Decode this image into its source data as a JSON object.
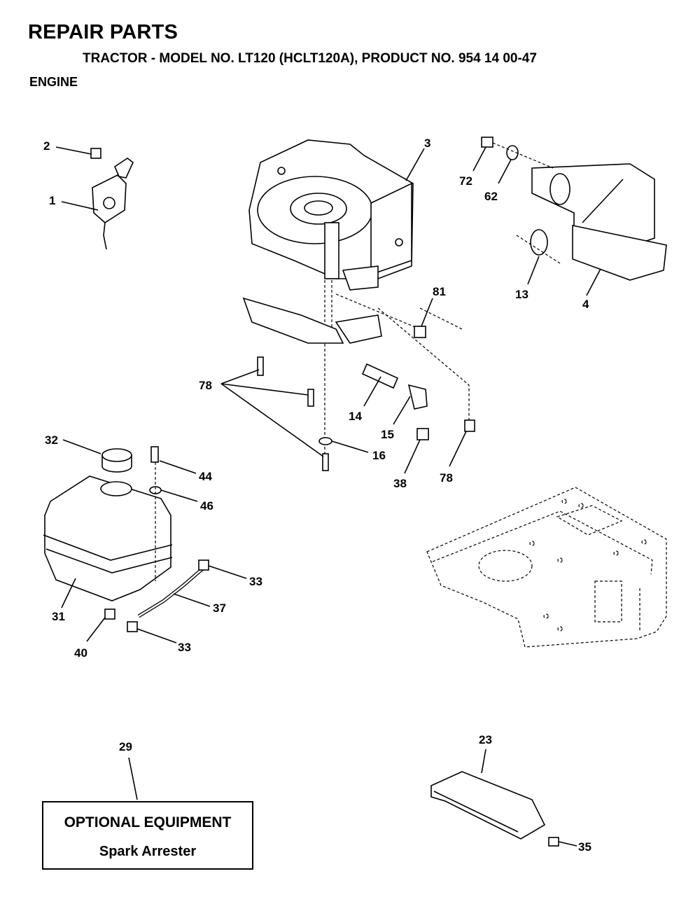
{
  "header": {
    "title": "REPAIR PARTS",
    "subtitle": "TRACTOR - MODEL NO. LT120 (HCLT120A), PRODUCT NO. 954 14 00-47",
    "section": "ENGINE"
  },
  "callouts": {
    "c1": "1",
    "c2": "2",
    "c3": "3",
    "c4": "4",
    "c13": "13",
    "c14": "14",
    "c15": "15",
    "c16": "16",
    "c23": "23",
    "c29": "29",
    "c31": "31",
    "c32": "32",
    "c33a": "33",
    "c33b": "33",
    "c35": "35",
    "c37": "37",
    "c38": "38",
    "c40": "40",
    "c44": "44",
    "c46": "46",
    "c62": "62",
    "c72": "72",
    "c78a": "78",
    "c78b": "78",
    "c81": "81"
  },
  "optional_equipment": {
    "heading": "OPTIONAL EQUIPMENT",
    "item": "Spark Arrester"
  }
}
